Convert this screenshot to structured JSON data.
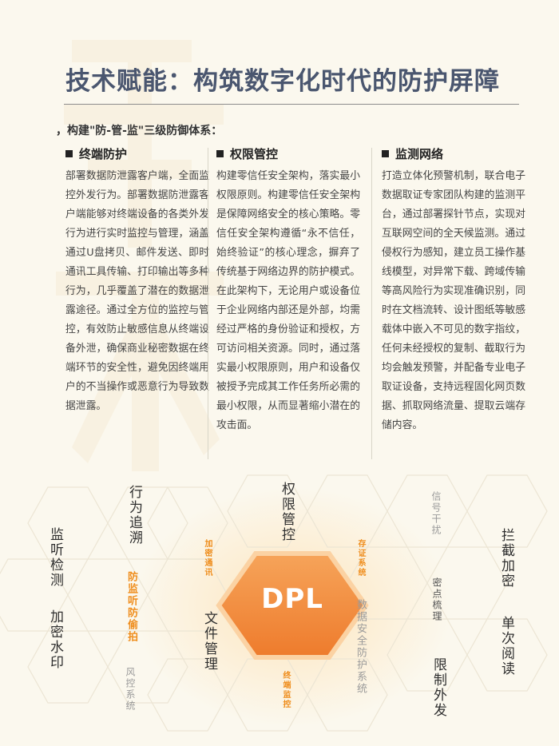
{
  "watermark": {
    "icon": "large-character-watermark-icon"
  },
  "page": {
    "title": "技术赋能：构筑数字化时代的防护屏障",
    "subtitle": "，构建\"防-管-监\"三级防御体系："
  },
  "columns": [
    {
      "heading": "终端防护",
      "body": "部署数据防泄露客户端，全面监控外发行为。部署数据防泄露客户端能够对终端设备的各类外发行为进行实时监控与管理，涵盖通过U盘拷贝、邮件发送、即时通讯工具传输、打印输出等多种行为，几乎覆盖了潜在的数据泄露途径。通过全方位的监控与管控，有效防止敏感信息从终端设备外泄，确保商业秘密数据在终端环节的安全性，避免因终端用户的不当操作或恶意行为导致数据泄露。"
    },
    {
      "heading": "权限管控",
      "body": "构建零信任安全架构，落实最小权限原则。构建零信任安全架构是保障网络安全的核心策略。零信任安全架构遵循“永不信任，始终验证”的核心理念，摒弃了传统基于网络边界的防护模式。在此架构下，无论用户或设备位于企业网络内部还是外部，均需经过严格的身份验证和授权，方可访问相关资源。同时，通过落实最小权限原则，用户和设备仅被授予完成其工作任务所必需的最小权限，从而显著缩小潜在的攻击面。"
    },
    {
      "heading": "监测网络",
      "body": "打造立体化预警机制，联合电子数据取证专家团队构建的监测平台，通过部署探针节点，实现对互联网空间的全天候监测。通过侵权行为感知，建立员工操作基线模型，对异常下载、跨域传输等高风险行为实现准确识别，同时在文档流转、设计图纸等敏感载体中嵌入不可见的数字指纹，任何未经授权的复制、截取行为均会触发预警，并配备专业电子取证设备，支持远程固化网页数据、抓取网络流量、提取云端存储内容。"
    }
  ],
  "diagram": {
    "center": "DPL",
    "labels": {
      "monitor_detect": "监听检测",
      "encrypt_watermark": "加密水印",
      "behavior_trace": "行为追溯",
      "anti_leak": "防监听防偷拍",
      "risk_control": "风控系统",
      "encrypt_comm": "加密通讯",
      "file_manage": "文件管理",
      "permission_control": "权限管控",
      "evidence_system": "存证系统",
      "terminal_monitor": "终端监控",
      "data_protect": "数据安全防护系统",
      "signal_jam": "信号干扰",
      "secret_point": "密点梳理",
      "intercept": "拦截加密",
      "single_read": "单次阅读",
      "restrict_send": "限制外发"
    }
  }
}
